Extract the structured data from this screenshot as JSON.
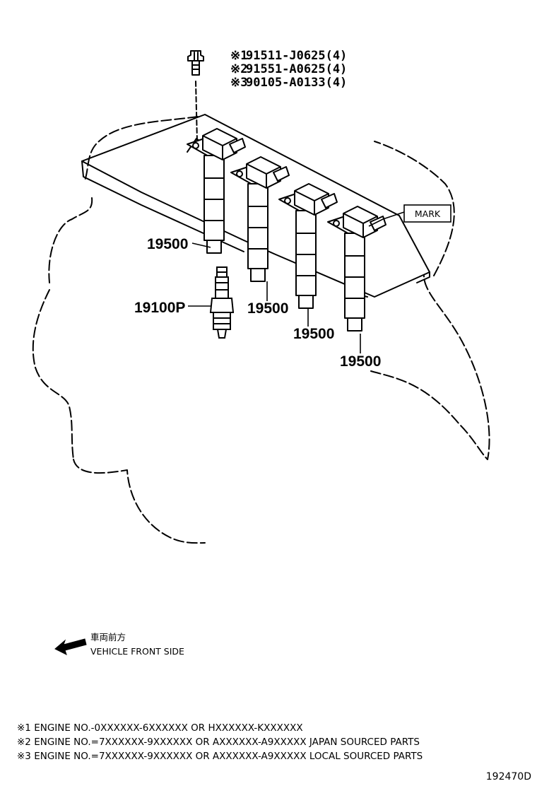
{
  "bolt_callouts": [
    {
      "marker": "※1",
      "part_no": "91511-J0625(4)"
    },
    {
      "marker": "※2",
      "part_no": "91551-A0625(4)"
    },
    {
      "marker": "※3",
      "part_no": "90105-A0133(4)"
    }
  ],
  "mark_label": "MARK",
  "coil_part_no": "19500",
  "spark_plug_part_no": "19100P",
  "direction": {
    "jp": "車両前方",
    "en": "VEHICLE FRONT SIDE"
  },
  "notes": [
    "※1 ENGINE NO.-0XXXXXX-6XXXXXX OR HXXXXXX-KXXXXXX",
    "※2 ENGINE NO.=7XXXXXX-9XXXXXX OR AXXXXXX-A9XXXXX JAPAN SOURCED PARTS",
    "※3 ENGINE NO.=7XXXXXX-9XXXXXX OR AXXXXXX-A9XXXXX LOCAL SOURCED PARTS"
  ],
  "diagram_code": "192470D"
}
